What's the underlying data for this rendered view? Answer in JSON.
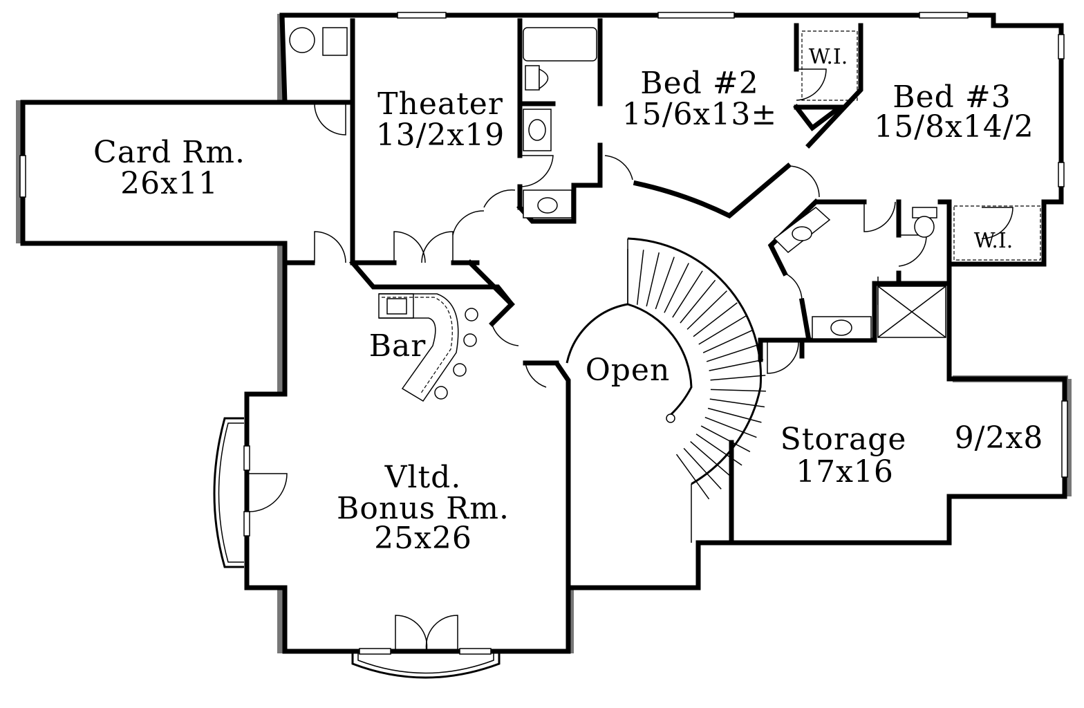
{
  "rooms": {
    "card": {
      "name": "Card Rm.",
      "size": "26x11"
    },
    "theater": {
      "name": "Theater",
      "size": "13/2x19"
    },
    "bed2": {
      "name": "Bed #2",
      "size": "15/6x13±"
    },
    "bed3": {
      "name": "Bed #3",
      "size": "15/8x14/2"
    },
    "wi_top": {
      "name": "W.I."
    },
    "wi_right": {
      "name": "W.I."
    },
    "bar": {
      "name": "Bar"
    },
    "open": {
      "name": "Open"
    },
    "bonus": {
      "line1": "Vltd.",
      "line2": "Bonus Rm.",
      "size": "25x26"
    },
    "storage": {
      "name": "Storage",
      "size": "17x16"
    },
    "storage_side": {
      "size": "9/2x8"
    }
  }
}
